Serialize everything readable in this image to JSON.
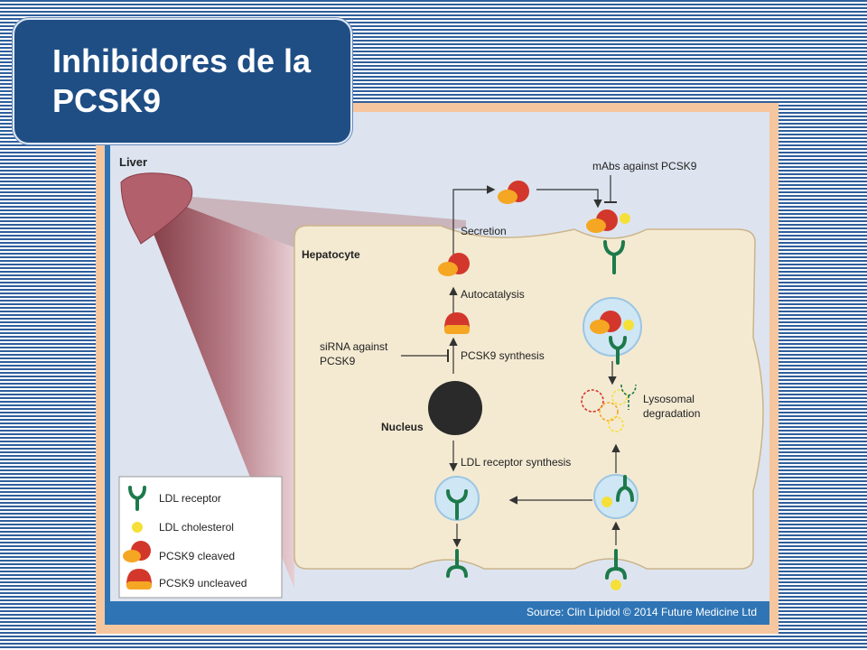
{
  "slide": {
    "title_line1": "Inhibidores de la",
    "title_line2": "PCSK9"
  },
  "diagram": {
    "liver_label": "Liver",
    "hepatocyte_label": "Hepatocyte",
    "nucleus_label": "Nucleus",
    "mabs_label": "mAbs against PCSK9",
    "secretion_label": "Secretion",
    "autocatalysis_label": "Autocatalysis",
    "pcsk9_synthesis_label": "PCSK9 synthesis",
    "sirna_label_line1": "siRNA against",
    "sirna_label_line2": "PCSK9",
    "lysosomal_label_line1": "Lysosomal",
    "lysosomal_label_line2": "degradation",
    "ldl_receptor_synthesis_label": "LDL receptor synthesis",
    "source": "Source: Clin Lipidol © 2014 Future Medicine Ltd"
  },
  "legend": {
    "items": [
      {
        "label": "LDL receptor"
      },
      {
        "label": "LDL cholesterol"
      },
      {
        "label": "PCSK9 cleaved"
      },
      {
        "label": "PCSK9 uncleaved"
      }
    ]
  },
  "colors": {
    "title_bg": "#1f4e85",
    "frame": "#f6c79f",
    "cell": "#f4ead2",
    "receptor": "#1d7a4b",
    "cholesterol": "#f5e03a",
    "pcsk9_red": "#d3372b",
    "pcsk9_orange": "#f5a623",
    "source_bar": "#2f75b5"
  }
}
